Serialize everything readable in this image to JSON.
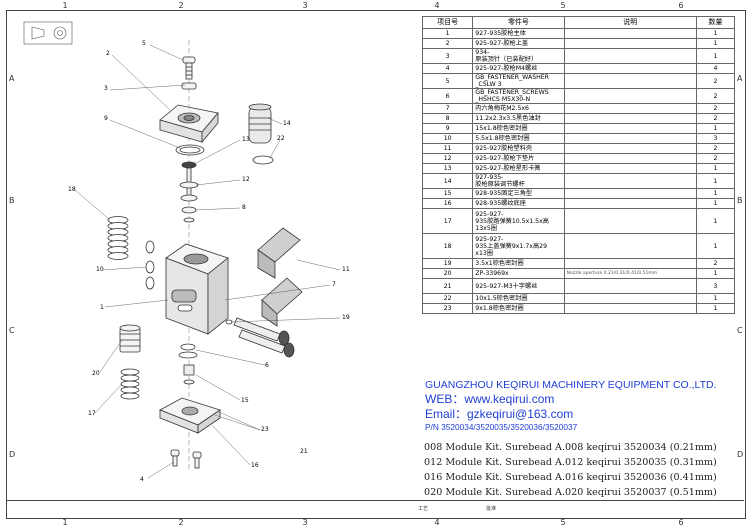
{
  "border_cols": [
    "1",
    "2",
    "3",
    "4",
    "5",
    "6"
  ],
  "border_rows": [
    "A",
    "B",
    "C",
    "D"
  ],
  "table": {
    "headers": [
      "项目号",
      "零件号",
      "说明",
      "数量"
    ],
    "rows": [
      {
        "no": "1",
        "part": "927-935胶枪主体",
        "desc": "",
        "qty": "1"
      },
      {
        "no": "2",
        "part": "925-927-胶枪上盖",
        "desc": "",
        "qty": "1"
      },
      {
        "no": "3",
        "part": "934-\n原装顶针（已装配好）",
        "desc": "",
        "qty": "1"
      },
      {
        "no": "4",
        "part": "925-927-胶枪M4螺丝",
        "desc": "",
        "qty": "4"
      },
      {
        "no": "5",
        "part": "GB_FASTENER_WASHER\n_CSLW 3",
        "desc": "",
        "qty": "2"
      },
      {
        "no": "6",
        "part": "GB_FASTENER_SCREWS\n_HSHCS M5X30-N",
        "desc": "",
        "qty": "2"
      },
      {
        "no": "7",
        "part": "内六角梅花M2.5x6",
        "desc": "",
        "qty": "2"
      },
      {
        "no": "8",
        "part": "11.2x2.3x3.5黑色油封",
        "desc": "",
        "qty": "2"
      },
      {
        "no": "9",
        "part": "15x1.8棕色密封圈",
        "desc": "",
        "qty": "1"
      },
      {
        "no": "10",
        "part": "5.5x1.8棕色密封圈",
        "desc": "",
        "qty": "3"
      },
      {
        "no": "11",
        "part": "925-927胶枪塑料壳",
        "desc": "",
        "qty": "2"
      },
      {
        "no": "12",
        "part": "925-927-胶枪下垫片",
        "desc": "",
        "qty": "2"
      },
      {
        "no": "13",
        "part": "925-927-胶枪星形卡簧",
        "desc": "",
        "qty": "1"
      },
      {
        "no": "14",
        "part": "927-935-\n胶枪原装调节螺杆",
        "desc": "",
        "qty": "1"
      },
      {
        "no": "15",
        "part": "928-935固定三角型",
        "desc": "",
        "qty": "1"
      },
      {
        "no": "16",
        "part": "928-935螺纹底座",
        "desc": "",
        "qty": "1"
      },
      {
        "no": "17",
        "part": "925-927-\n935胶路弹簧10.5x1.5x高\n13x5圈",
        "desc": "",
        "qty": "1"
      },
      {
        "no": "18",
        "part": "925-927-\n935上盖弹簧9x1.7x高29\nx13圈",
        "desc": "",
        "qty": "1"
      },
      {
        "no": "19",
        "part": "3.5x1棕色密封圈",
        "desc": "",
        "qty": "2"
      },
      {
        "no": "20",
        "part": "ZP-33969x",
        "desc": "Nozzle aperture 0.21/0.31/0.41/0.51mm",
        "qty": "1"
      },
      {
        "no": "21",
        "part": "925-927-M3十字螺丝",
        "desc": "",
        "qty": "3"
      },
      {
        "no": "22",
        "part": "10x1.5棕色密封圈",
        "desc": "",
        "qty": "1"
      },
      {
        "no": "23",
        "part": "9x1.8棕色密封圈",
        "desc": "",
        "qty": "1"
      }
    ]
  },
  "company": {
    "name": "GUANGZHOU KEQIRUI MACHINERY EQUIPMENT CO.,LTD.",
    "web": "WEB：www.keqirui.com",
    "email": "Email：gzkeqirui@163.com",
    "pn": "P/N 3520034/3520035/3520036/3520037"
  },
  "kits": [
    "008 Module Kit. Surebead A.008 keqirui 3520034 (0.21mm)",
    "012 Module Kit. Surebead A.012 keqirui 3520035 (0.31mm)",
    "016 Module Kit. Surebead A.016 keqirui 3520036 (0.41mm)",
    "020 Module Kit. Surebead A.020 keqirui 3520037 (0.51mm)"
  ],
  "footer": {
    "left": "工艺",
    "right": "批准"
  },
  "callouts": [
    "1",
    "2",
    "3",
    "4",
    "5",
    "6",
    "7",
    "8",
    "9",
    "10",
    "11",
    "12",
    "13",
    "14",
    "15",
    "16",
    "17",
    "18",
    "19",
    "20",
    "21",
    "22",
    "23"
  ]
}
